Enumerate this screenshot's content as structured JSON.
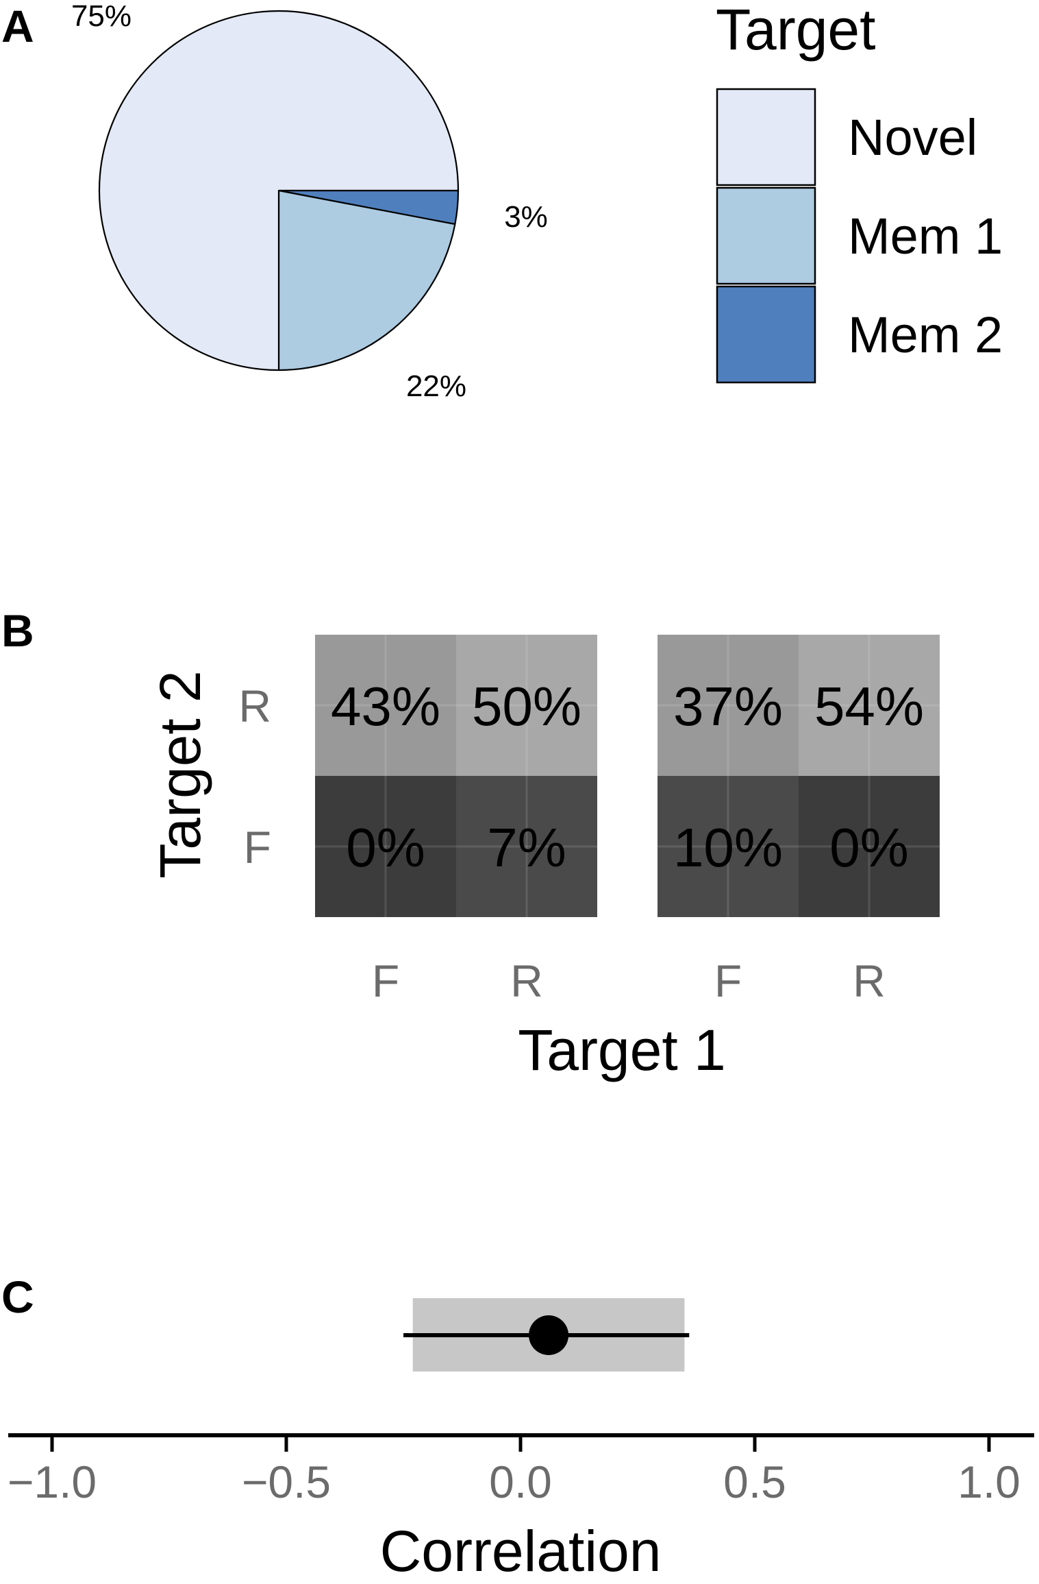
{
  "panels": {
    "a": "A",
    "b": "B",
    "c": "C"
  },
  "colors": {
    "novel": "#e3e9f6",
    "mem1": "#adcbe1",
    "mem2": "#4f80bd",
    "tile_high": "#999999",
    "tile_mid": "#a8a8a8",
    "tile_dark": "#4a4a4a",
    "tile_darker": "#3c3c3c",
    "ci_band": "#c7c7c7"
  },
  "chart_data": [
    {
      "type": "pie",
      "panel": "A",
      "legend_title": "Target",
      "legend_placement": "right",
      "categories": [
        "Novel",
        "Mem 1",
        "Mem 2"
      ],
      "values": [
        75,
        22,
        3
      ],
      "labels": [
        "75%",
        "22%",
        "3%"
      ],
      "colors": [
        "#e3e9f6",
        "#adcbe1",
        "#4f80bd"
      ]
    },
    {
      "type": "heatmap",
      "panel": "B",
      "xlabel": "Target 1",
      "ylabel": "Target 2",
      "x_categories": [
        "F",
        "R"
      ],
      "y_categories": [
        "R",
        "F"
      ],
      "facets": [
        {
          "cells": [
            {
              "x": "F",
              "y": "R",
              "value": 43,
              "label": "43%"
            },
            {
              "x": "R",
              "y": "R",
              "value": 50,
              "label": "50%"
            },
            {
              "x": "F",
              "y": "F",
              "value": 0,
              "label": "0%"
            },
            {
              "x": "R",
              "y": "F",
              "value": 7,
              "label": "7%"
            }
          ]
        },
        {
          "cells": [
            {
              "x": "F",
              "y": "R",
              "value": 37,
              "label": "37%"
            },
            {
              "x": "R",
              "y": "R",
              "value": 54,
              "label": "54%"
            },
            {
              "x": "F",
              "y": "F",
              "value": 10,
              "label": "10%"
            },
            {
              "x": "R",
              "y": "F",
              "value": 0,
              "label": "0%"
            }
          ]
        }
      ],
      "grid": true
    },
    {
      "type": "scatter",
      "panel": "C",
      "xlabel": "Correlation",
      "xlim": [
        -1.1,
        1.1
      ],
      "xticks": [
        -1.0,
        -0.5,
        0.0,
        0.5,
        1.0
      ],
      "xtick_labels": [
        "−1.0",
        "−0.5",
        "0.0",
        "0.5",
        "1.0"
      ],
      "point": 0.06,
      "interval": [
        -0.25,
        0.36
      ],
      "band": [
        -0.23,
        0.35
      ],
      "grid": false
    }
  ]
}
